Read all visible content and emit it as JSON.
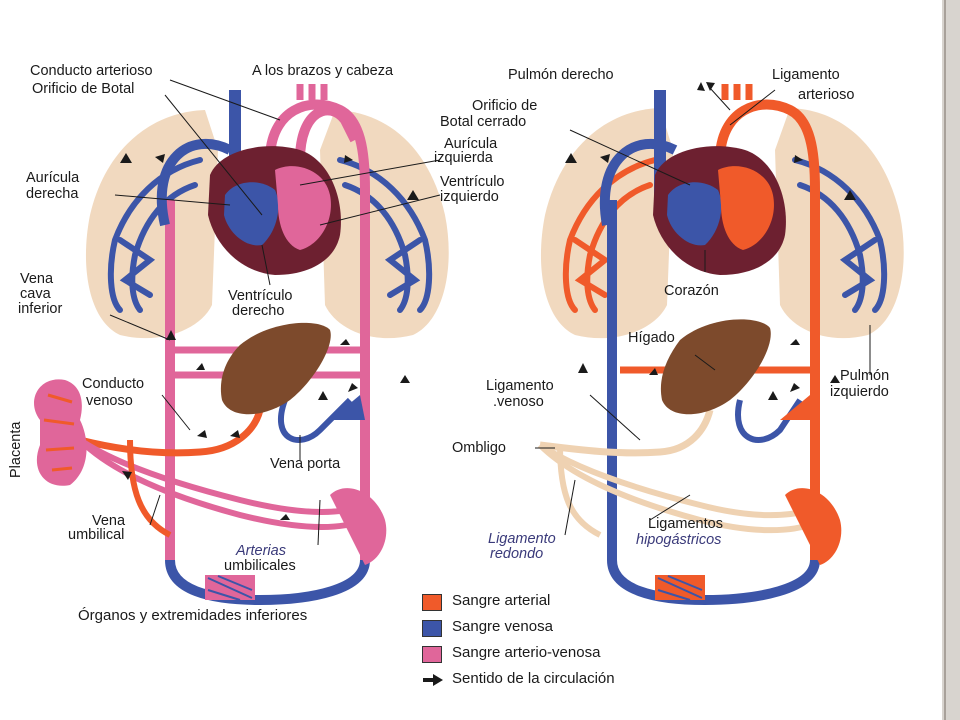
{
  "colors": {
    "arterial": "#f05a2a",
    "venosa": "#3c55a8",
    "mixta": "#e0669a",
    "pulmon": "#f1d9bf",
    "corazon": "#6d2030",
    "higado": "#7d4a2c",
    "ligamento": "#efd2b2"
  },
  "left": {
    "conducto_arterioso": "Conducto arterioso",
    "orificio_botal": "Orificio de Botal",
    "brazos_cabeza": "A los brazos y cabeza",
    "auricula_izq_1": "Aurícula",
    "auricula_izq_2": "izquierda",
    "auricula_der_1": "Aurícula",
    "auricula_der_2": "derecha",
    "ventriculo_izq_1": "Ventrículo",
    "ventriculo_izq_2": "izquierdo",
    "vena_cava_1": "Vena",
    "vena_cava_2": "cava",
    "vena_cava_3": "inferior",
    "ventriculo_der_1": "Ventrículo",
    "ventriculo_der_2": "derecho",
    "conducto_venoso_1": "Conducto",
    "conducto_venoso_2": "venoso",
    "placenta": "Placenta",
    "vena_porta": "Vena porta",
    "vena_umbilical_1": "Vena",
    "vena_umbilical_2": "umbilical",
    "arterias_1": "Arterias",
    "arterias_2": "umbilicales"
  },
  "right": {
    "pulmon_derecho": "Pulmón derecho",
    "ligamento_arterioso_1": "Ligamento",
    "ligamento_arterioso_2": "arterioso",
    "orificio_cerrado_1": "Orificio de",
    "orificio_cerrado_2": "Botal cerrado",
    "corazon": "Corazón",
    "higado": "Hígado",
    "ligamento_venoso_1": "Ligamento",
    "ligamento_venoso_2": ".venoso",
    "pulmon_izquierdo_1": "Pulmón",
    "pulmon_izquierdo_2": "izquierdo",
    "ombligo": "Ombligo",
    "ligamento_redondo_1": "Ligamento",
    "ligamento_redondo_2": "redondo",
    "ligamentos_hipo_1": "Ligamentos",
    "ligamentos_hipo_2": "hipogástricos"
  },
  "bottom_title": "Órganos y extremidades inferiores",
  "legend": [
    {
      "text": "Sangre arterial",
      "swatch": "arterial"
    },
    {
      "text": "Sangre venosa",
      "swatch": "venosa"
    },
    {
      "text": "Sangre arterio-venosa",
      "swatch": "mixta"
    },
    {
      "text": "Sentido de la circulación",
      "swatch": "arrow"
    }
  ]
}
